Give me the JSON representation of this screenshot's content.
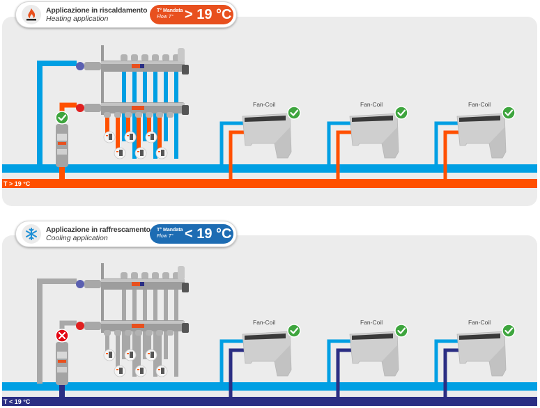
{
  "colors": {
    "hot": "#ff5000",
    "cold_light": "#009fe3",
    "cold_dark": "#2b2e83",
    "inactive": "#a8a8a8",
    "ok": "#3ea53e",
    "error": "#e30613",
    "heating_badge": "#e8501e",
    "cooling_badge": "#1d6cb3"
  },
  "sections": [
    {
      "id": "heating",
      "title": "Applicazione in riscaldamento",
      "subtitle": "Heating application",
      "icon": "flame-icon",
      "badge": {
        "label_it": "T° Mandata",
        "label_en": "Flow T°",
        "value": "> 19 °C"
      },
      "bar_label": "T > 19 °C",
      "manifold_status": "ok",
      "fan_coils": [
        {
          "label": "Fan-Coil",
          "status": "ok"
        },
        {
          "label": "Fan-Coil",
          "status": "ok"
        },
        {
          "label": "Fan-Coil",
          "status": "ok"
        }
      ]
    },
    {
      "id": "cooling",
      "title": "Applicazione in raffrescamento",
      "subtitle": "Cooling application",
      "icon": "snowflake-icon",
      "badge": {
        "label_it": "T° Mandata",
        "label_en": "Flow T°",
        "value": "< 19 °C"
      },
      "bar_label": "T < 19 °C",
      "manifold_status": "blocked",
      "fan_coils": [
        {
          "label": "Fan-Coil",
          "status": "ok"
        },
        {
          "label": "Fan-Coil",
          "status": "ok"
        },
        {
          "label": "Fan-Coil",
          "status": "ok"
        }
      ]
    }
  ]
}
